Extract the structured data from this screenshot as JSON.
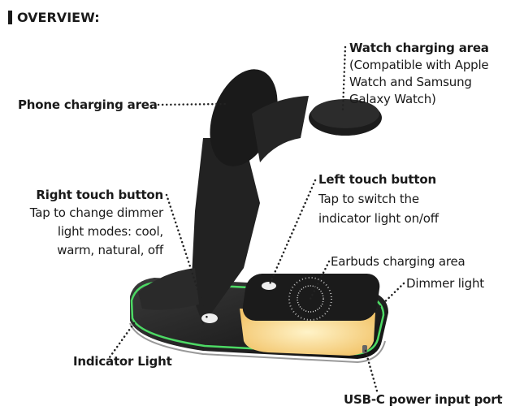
{
  "header": {
    "title": "OVERVIEW:"
  },
  "labels": {
    "watch": {
      "title": "Watch charging area",
      "lines": [
        "(Compatible with Apple",
        "Watch and Samsung",
        "Galaxy Watch)"
      ]
    },
    "phone": {
      "title": "Phone charging area"
    },
    "right_button": {
      "title": "Right touch button",
      "lines": [
        "Tap to change dimmer",
        "light modes: cool,",
        "warm, natural, off"
      ]
    },
    "left_button": {
      "title": "Left touch button",
      "lines": [
        "Tap to switch the",
        "indicator light on/off"
      ]
    },
    "earbuds": {
      "title": "Earbuds charging area"
    },
    "dimmer": {
      "title": "Dimmer light"
    },
    "indicator": {
      "title": "Indicator Light"
    },
    "usbc": {
      "title": "USB-C power input port"
    }
  },
  "colors": {
    "indicator_green": "#4cd964",
    "dimmer_glow": "#f6d98a",
    "device_body": "#1e1e1e"
  }
}
